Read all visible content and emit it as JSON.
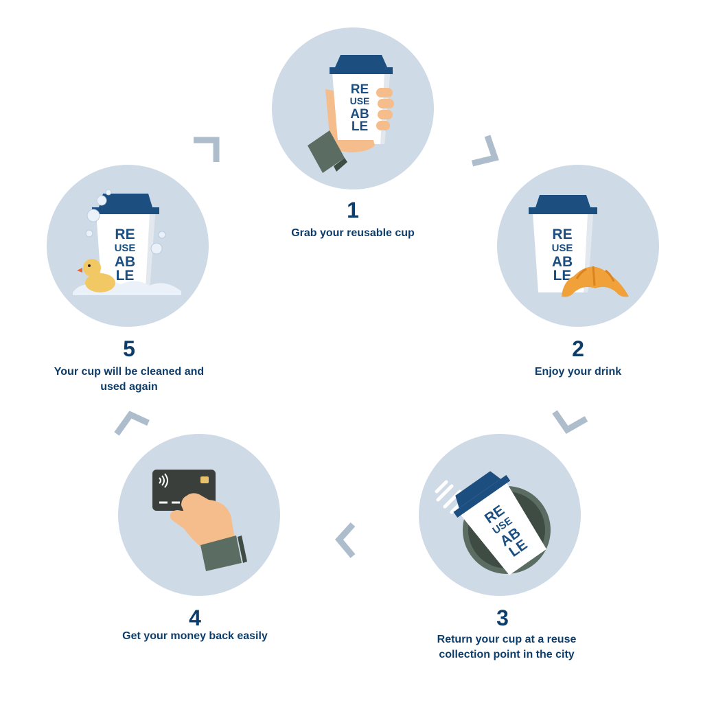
{
  "cup_logo": {
    "line1": "RE",
    "line2": "USE",
    "line3": "AB",
    "line4": "LE"
  },
  "colors": {
    "circle": "#cfdae7",
    "brand_text": "#0d3d6b",
    "cup_lid": "#1c4f80",
    "arrow": "#aebdcc"
  },
  "steps": [
    {
      "number": "1",
      "label": "Grab your reusable cup"
    },
    {
      "number": "2",
      "label": "Enjoy your drink"
    },
    {
      "number": "3",
      "label": "Return your cup at a reuse collection point in the city"
    },
    {
      "number": "4",
      "label": "Get your money back easily"
    },
    {
      "number": "5",
      "label": "Your cup will be cleaned and used again"
    }
  ],
  "icons": {
    "step1": "hand-holding-cup-icon",
    "step2": "cup-with-croissant-icon",
    "step3": "cup-into-bin-icon",
    "step4": "hand-holding-card-icon",
    "step5": "cup-washing-duck-icon",
    "arrows": "chevron-arrow-icon"
  }
}
